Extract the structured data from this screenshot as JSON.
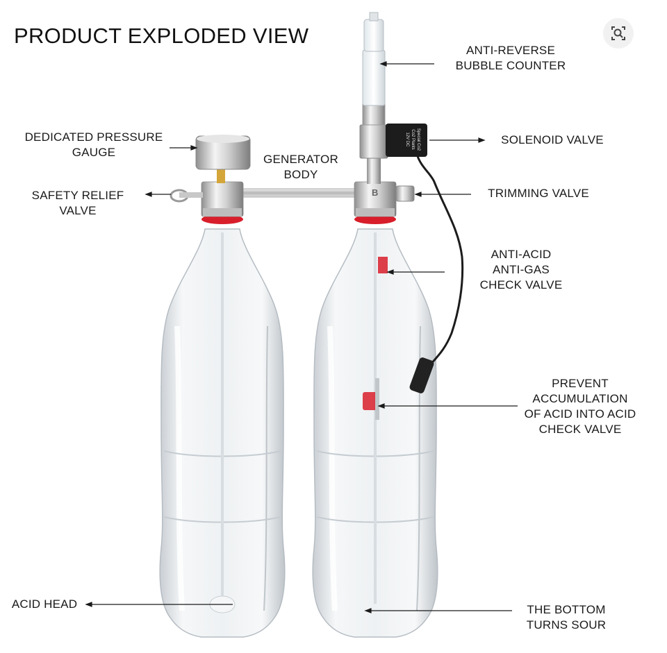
{
  "title": "PRODUCT EXPLODED VIEW",
  "search_icon": "image-search-icon",
  "labels": {
    "bubble_counter": "ANTI-REVERSE\nBUBBLE COUNTER",
    "solenoid_valve": "SOLENOID VALVE",
    "pressure_gauge": "DEDICATED PRESSURE\nGAUGE",
    "generator_body": "GENERATOR\nBODY",
    "safety_relief_valve": "SAFETY RELIEF\nVALVE",
    "trimming_valve": "TRIMMING VALVE",
    "anti_acid_check_valve": "ANTI-ACID\nANTI-GAS\nCHECK VALVE",
    "prevent_accumulation": "PREVENT\nACCUMULATION\nOF ACID INTO ACID\nCHECK VALVE",
    "acid_head": "ACID HEAD",
    "bottom_turns_sour": "THE BOTTOM\nTURNS SOUR"
  },
  "solenoid_text": "Special Co2\nCo2 Plants\n12V DC",
  "cap_letter": "B",
  "colors": {
    "text": "#1a1a1a",
    "red": "#d81e2b",
    "metal": "#cfcfcf"
  }
}
